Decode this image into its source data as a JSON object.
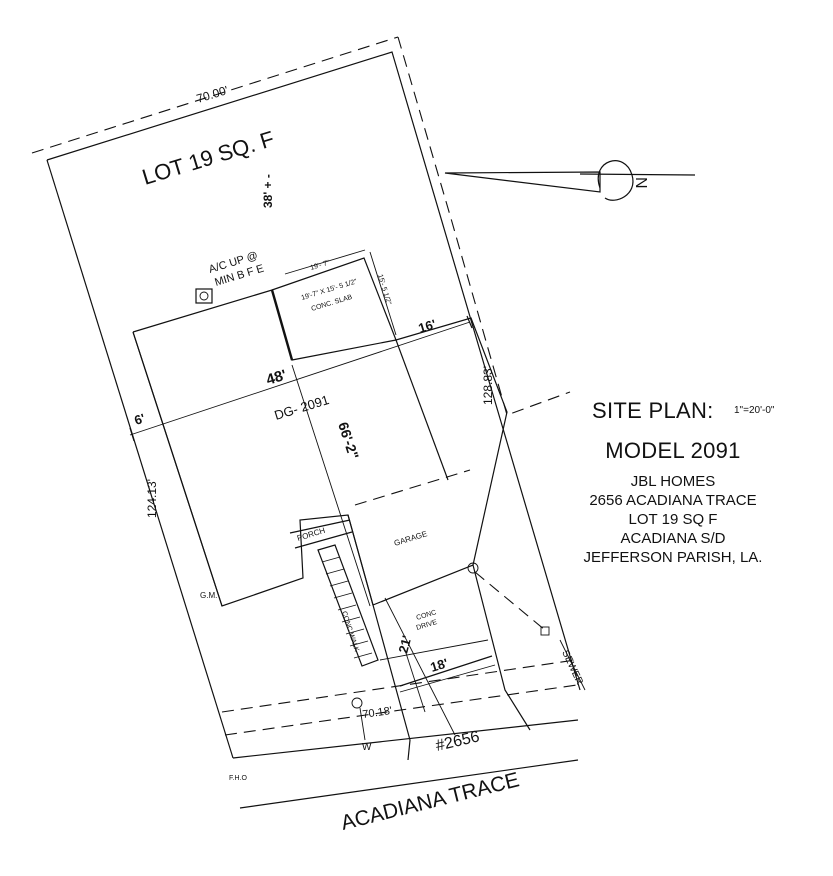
{
  "title_block": {
    "heading": "SITE PLAN:",
    "scale": "1\"=20'-0\"",
    "model": "MODEL 2091",
    "lines": [
      "JBL HOMES",
      "2656 ACADIANA TRACE",
      "LOT 19  SQ F",
      "ACADIANA S/D",
      "JEFFERSON PARISH, LA."
    ]
  },
  "lot": {
    "name": "LOT 19 SQ. F",
    "front_width": "70.18'",
    "rear_width": "70.00'",
    "left_depth": "124.13'",
    "right_depth": "128.83'",
    "rear_setback": "38' + -"
  },
  "house": {
    "label": "DG- 2091",
    "width": "48'",
    "depth": "66'-2\"",
    "left_setback": "6'",
    "right_setback": "16'",
    "front_setback": "21'",
    "drive_width": "18'",
    "porch": "PORCH",
    "garage": "GARAGE",
    "gas_meter": "G.M."
  },
  "slab": {
    "label_line1": "19'-7\" X 15'- 5 1/2\"",
    "label_line2": "CONC. SLAB",
    "width": "19'- 7\"",
    "depth": "15'- 5 1/2\""
  },
  "ac": {
    "line1": "A/C UP @",
    "line2": "MIN B F E"
  },
  "walk": "CONC WALK",
  "drive": {
    "line1": "CONC",
    "line2": "DRIVE"
  },
  "street": {
    "name": "ACADIANA TRACE",
    "address": "#2656"
  },
  "utilities": {
    "sewer": "SEWER",
    "water": "W",
    "fire_hydrant": "F.H.O"
  },
  "north": "N"
}
